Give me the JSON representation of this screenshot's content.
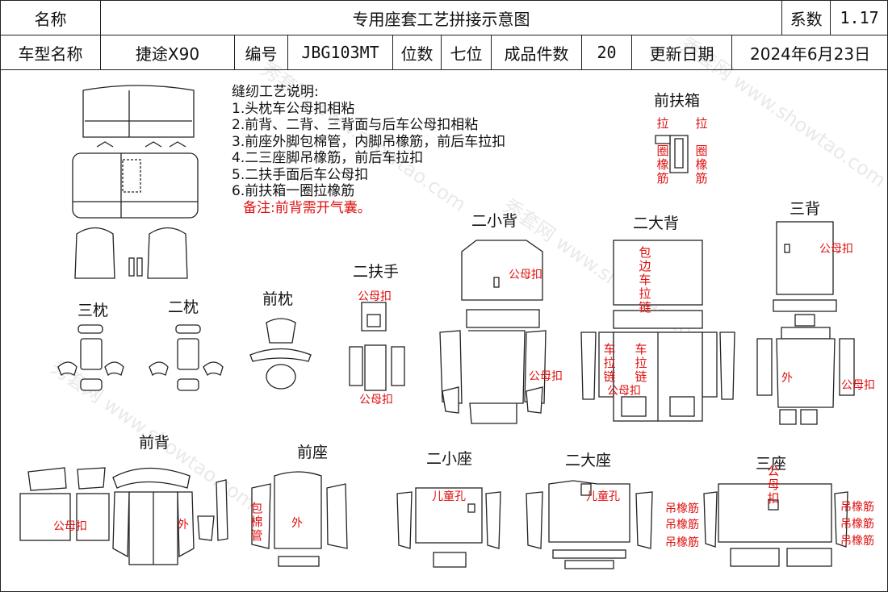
{
  "header": {
    "name_label": "名称",
    "title": "专用座套工艺拼接示意图",
    "coef_label": "系数",
    "coef_value": "1.17",
    "model_label": "车型名称",
    "model_value": "捷途X90",
    "code_label": "编号",
    "code_value": "JBG103MT",
    "seats_label": "位数",
    "seats_value": "七位",
    "count_label": "成品件数",
    "count_value": "20",
    "date_label": "更新日期",
    "date_value": "2024年6月23日"
  },
  "notes": {
    "title": "缝纫工艺说明:",
    "items": [
      "1.头枕车公母扣相粘",
      "2.前背、二背、三背面与后车公母扣相粘",
      "3.前座外脚包棉管，内脚吊橡筋，前后车拉扣",
      "4.二三座脚吊橡筋，前后车拉扣",
      "5.二扶手面后车公母扣",
      "6.前扶箱一圈拉橡筋"
    ],
    "remark": "备注:前背需开气囊。"
  },
  "sections": {
    "front_armbox": "前扶箱",
    "third_pillow": "三枕",
    "second_pillow": "二枕",
    "front_pillow": "前枕",
    "second_armrest": "二扶手",
    "second_small_back": "二小背",
    "second_large_back": "二大背",
    "third_back": "三背",
    "front_back": "前背",
    "front_seat": "前座",
    "second_small_seat": "二小座",
    "second_large_seat": "二大座",
    "third_seat": "三座"
  },
  "annotations": {
    "pull": "拉",
    "loop": "圈",
    "rubber": "橡",
    "band": "筋",
    "snap": "公母扣",
    "outer": "外",
    "wrap_edge": "包边车拉链",
    "zipper": "车拉链",
    "wrap_pipe": "包棉管",
    "child_hole": "儿童孔",
    "hang_band": "吊橡筋",
    "snap_vertical": "公母扣"
  },
  "watermark": {
    "cn": "秀套网",
    "url": "www.showtao.com"
  }
}
